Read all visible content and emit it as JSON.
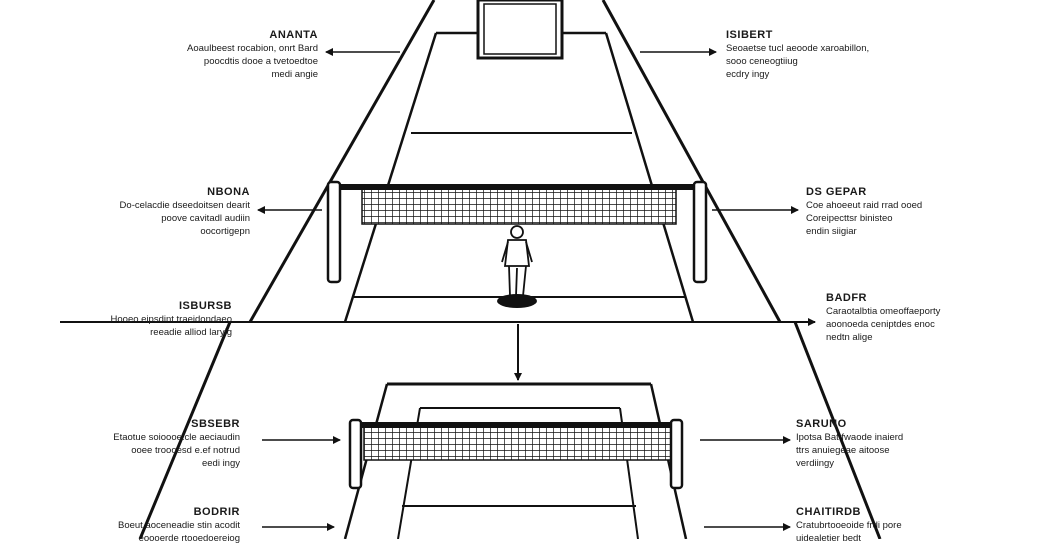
{
  "callouts": {
    "l1": {
      "title": "ANANTA",
      "lines": [
        "Aoaulbeest rocabion, onrt Bard",
        "poocdtis dooe a tvetoedtoe",
        "medi angie"
      ]
    },
    "r1": {
      "title": "ISIBERT",
      "lines": [
        "Seoaetse tucl aeoode xaroabillon,",
        "sooo ceneogtiiug",
        "ecdry ingy"
      ]
    },
    "l2": {
      "title": "NBONA",
      "lines": [
        "Do-celacdie dseedoitsen dearit",
        "poove cavitadl audiin",
        "oocortigepn"
      ]
    },
    "r2": {
      "title": "DS GEPAR",
      "lines": [
        "Coe ahoeeut raid rrad ooed",
        "Coreipecttsr binisteo",
        "endin siigiar"
      ]
    },
    "l3": {
      "title": "ISBURSB",
      "lines": [
        "Hooeo eipsdint traeidondaeo",
        "reeadie alliod laryig"
      ]
    },
    "r3": {
      "title": "BADFR",
      "lines": [
        "Caraotalbtia omeoffaeporty",
        "aoonoeda ceniptdes enoc",
        "nedtn alige"
      ]
    },
    "l4": {
      "title": "SBSEBR",
      "lines": [
        "Etaotue soioooe.cle aeciaudin",
        "ooee troooesd e.ef notrud",
        "eedi ingy"
      ]
    },
    "r4": {
      "title": "SARUNO",
      "lines": [
        "Ipotsa Bat fwaode inaierd",
        "ttrs anuiegeae aitoose",
        "verdiingy"
      ]
    },
    "l5": {
      "title": "BODRIR",
      "lines": [
        "Boeut aoceneadie stin acodit",
        "eoooerde rtooedoereiog"
      ]
    },
    "r5": {
      "title": "CHAITIRDB",
      "lines": [
        "Cratubrtooeoide frdi pore",
        "uidealetier bedt"
      ]
    }
  }
}
